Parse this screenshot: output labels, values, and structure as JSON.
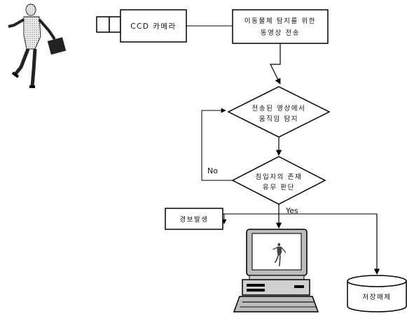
{
  "camera_label": "CCD 카메라",
  "transmit_box": {
    "line1": "이동물체 탐지를 위한",
    "line2": "동영상 전송"
  },
  "detect_decision": {
    "line1": "전송된 영상에서",
    "line2": "움직임 탐지"
  },
  "intruder_decision": {
    "line1": "침입자의 존재",
    "line2": "유무 판단"
  },
  "no_label": "No",
  "yes_label": "Yes",
  "alarm_box": "경보발생",
  "storage_label": "저장매체",
  "icons": {
    "person": "running-businessman-icon",
    "computer": "desktop-computer-icon",
    "camera": "ccd-camera-icon",
    "storage": "storage-cylinder-icon"
  }
}
